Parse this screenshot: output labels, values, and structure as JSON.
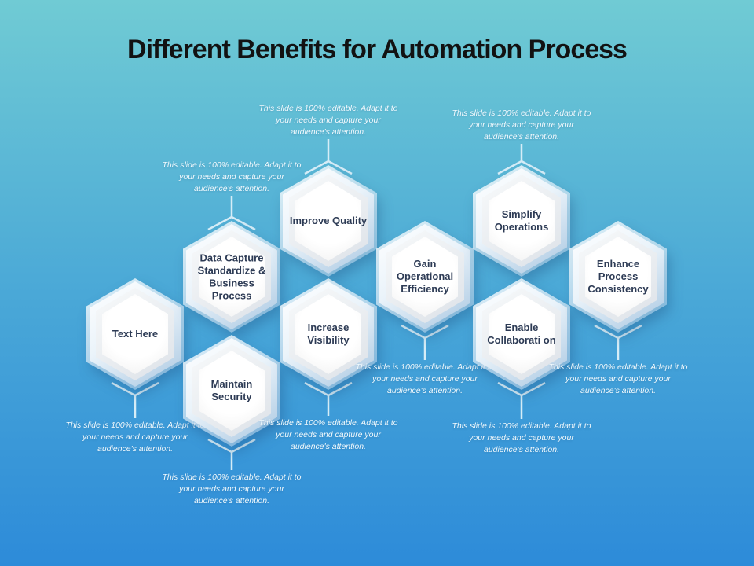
{
  "title": "Different Benefits for Automation Process",
  "caption": "This slide is 100% editable. Adapt it to your needs and capture your audience's attention.",
  "colors": {
    "background_top": "#70cbd4",
    "background_bottom": "#2d8bd9",
    "hexagon_fill": "#ffffff",
    "hexagon_ring": "#dde2e8",
    "hexagon_label_text": "#2d3b55",
    "caption_text": "#f0f9fd",
    "connector_line": "#d6edf7",
    "title_text": "#121212"
  },
  "hexagons": [
    {
      "label": "Text Here",
      "caption_position": "below"
    },
    {
      "label": "Data Capture Standardize & Business Process",
      "caption_position": "above"
    },
    {
      "label": "Maintain Security",
      "caption_position": "below"
    },
    {
      "label": "Improve Quality",
      "caption_position": "above"
    },
    {
      "label": "Increase Visibility",
      "caption_position": "below"
    },
    {
      "label": "Gain Operational Efficiency",
      "caption_position": "below"
    },
    {
      "label": "Simplify Operations",
      "caption_position": "above"
    },
    {
      "label": "Enable Collaborati on",
      "caption_position": "below"
    },
    {
      "label": "Enhance Process Consistency",
      "caption_position": "below"
    }
  ]
}
